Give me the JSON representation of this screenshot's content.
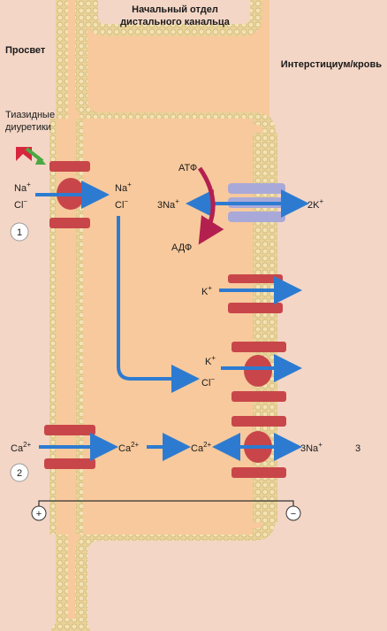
{
  "header": {
    "title_line1": "Начальный отдел",
    "title_line2": "дистального канальца"
  },
  "regions": {
    "lumen": "Просвет",
    "interstitium": "Интерстициум/кровь"
  },
  "drug": {
    "line1": "Тиазидные",
    "line2": "диуретики"
  },
  "transport": {
    "na_left": "Na",
    "cl_left": "Cl",
    "na_right": "Na",
    "cl_right": "Cl",
    "plus_sup": "+",
    "minus_sup": "−",
    "atp": "АТФ",
    "adp": "АДФ",
    "na3": "3Na",
    "k2": "2K",
    "k_channel": "K",
    "k_symport": "K",
    "cl_symport": "Cl",
    "ca_left": "Ca",
    "ca_mid": "Ca",
    "ca_right": "Ca",
    "ca_sup": "2+",
    "na3_exchange": "3Na"
  },
  "markers": {
    "m1": "1",
    "m2": "2",
    "m3": "3"
  },
  "polarity": {
    "left": "+",
    "right": "−"
  },
  "colors": {
    "background": "#f3d6c6",
    "cell": "#f8c99c",
    "membrane": "#ecd08c",
    "arrow": "#2d7bd1",
    "transporter": "#c8464a",
    "pump": "#a9a9d9",
    "atp_arrow": "#b3204f",
    "drug": "#d7263d",
    "inhibit_arrow": "#4aa842"
  }
}
